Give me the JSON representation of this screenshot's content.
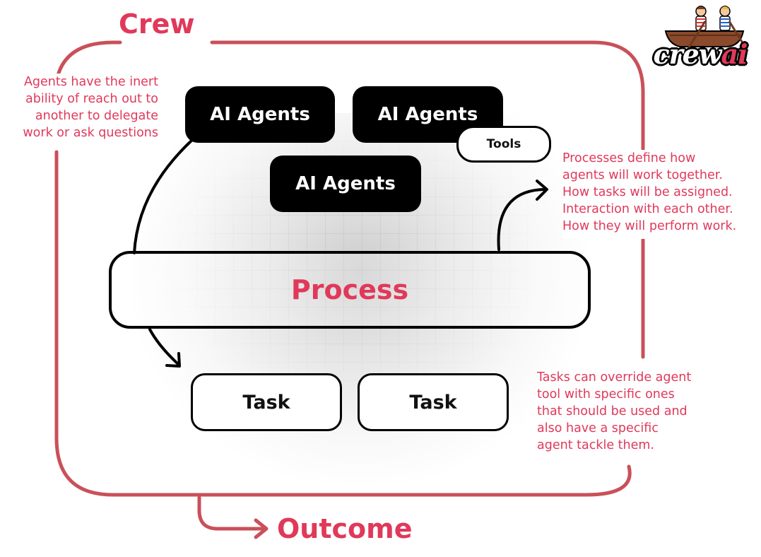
{
  "diagram": {
    "crew_label": "Crew",
    "outcome_label": "Outcome",
    "agents": [
      {
        "label": "AI Agents"
      },
      {
        "label": "AI Agents"
      },
      {
        "label": "AI Agents"
      }
    ],
    "tools_label": "Tools",
    "process_label": "Process",
    "tasks": [
      {
        "label": "Task"
      },
      {
        "label": "Task"
      }
    ],
    "notes": {
      "delegation": [
        "Agents have the inert",
        "ability of reach out to",
        "another to delegate",
        "work or ask questions"
      ],
      "processes": [
        "Processes define how",
        "agents will work together.",
        "How tasks will be assigned.",
        "Interaction with each other.",
        "How they will perform work."
      ],
      "tasks": [
        "Tasks can override agent",
        "tool with specific ones",
        "that should be used and",
        "also have a specific",
        "agent tackle them."
      ]
    }
  },
  "logo": {
    "text": "crewai",
    "icon": "rowing-boat-icon"
  },
  "colors": {
    "accent": "#e0395a",
    "frame": "#c9505a",
    "box": "#000000"
  }
}
